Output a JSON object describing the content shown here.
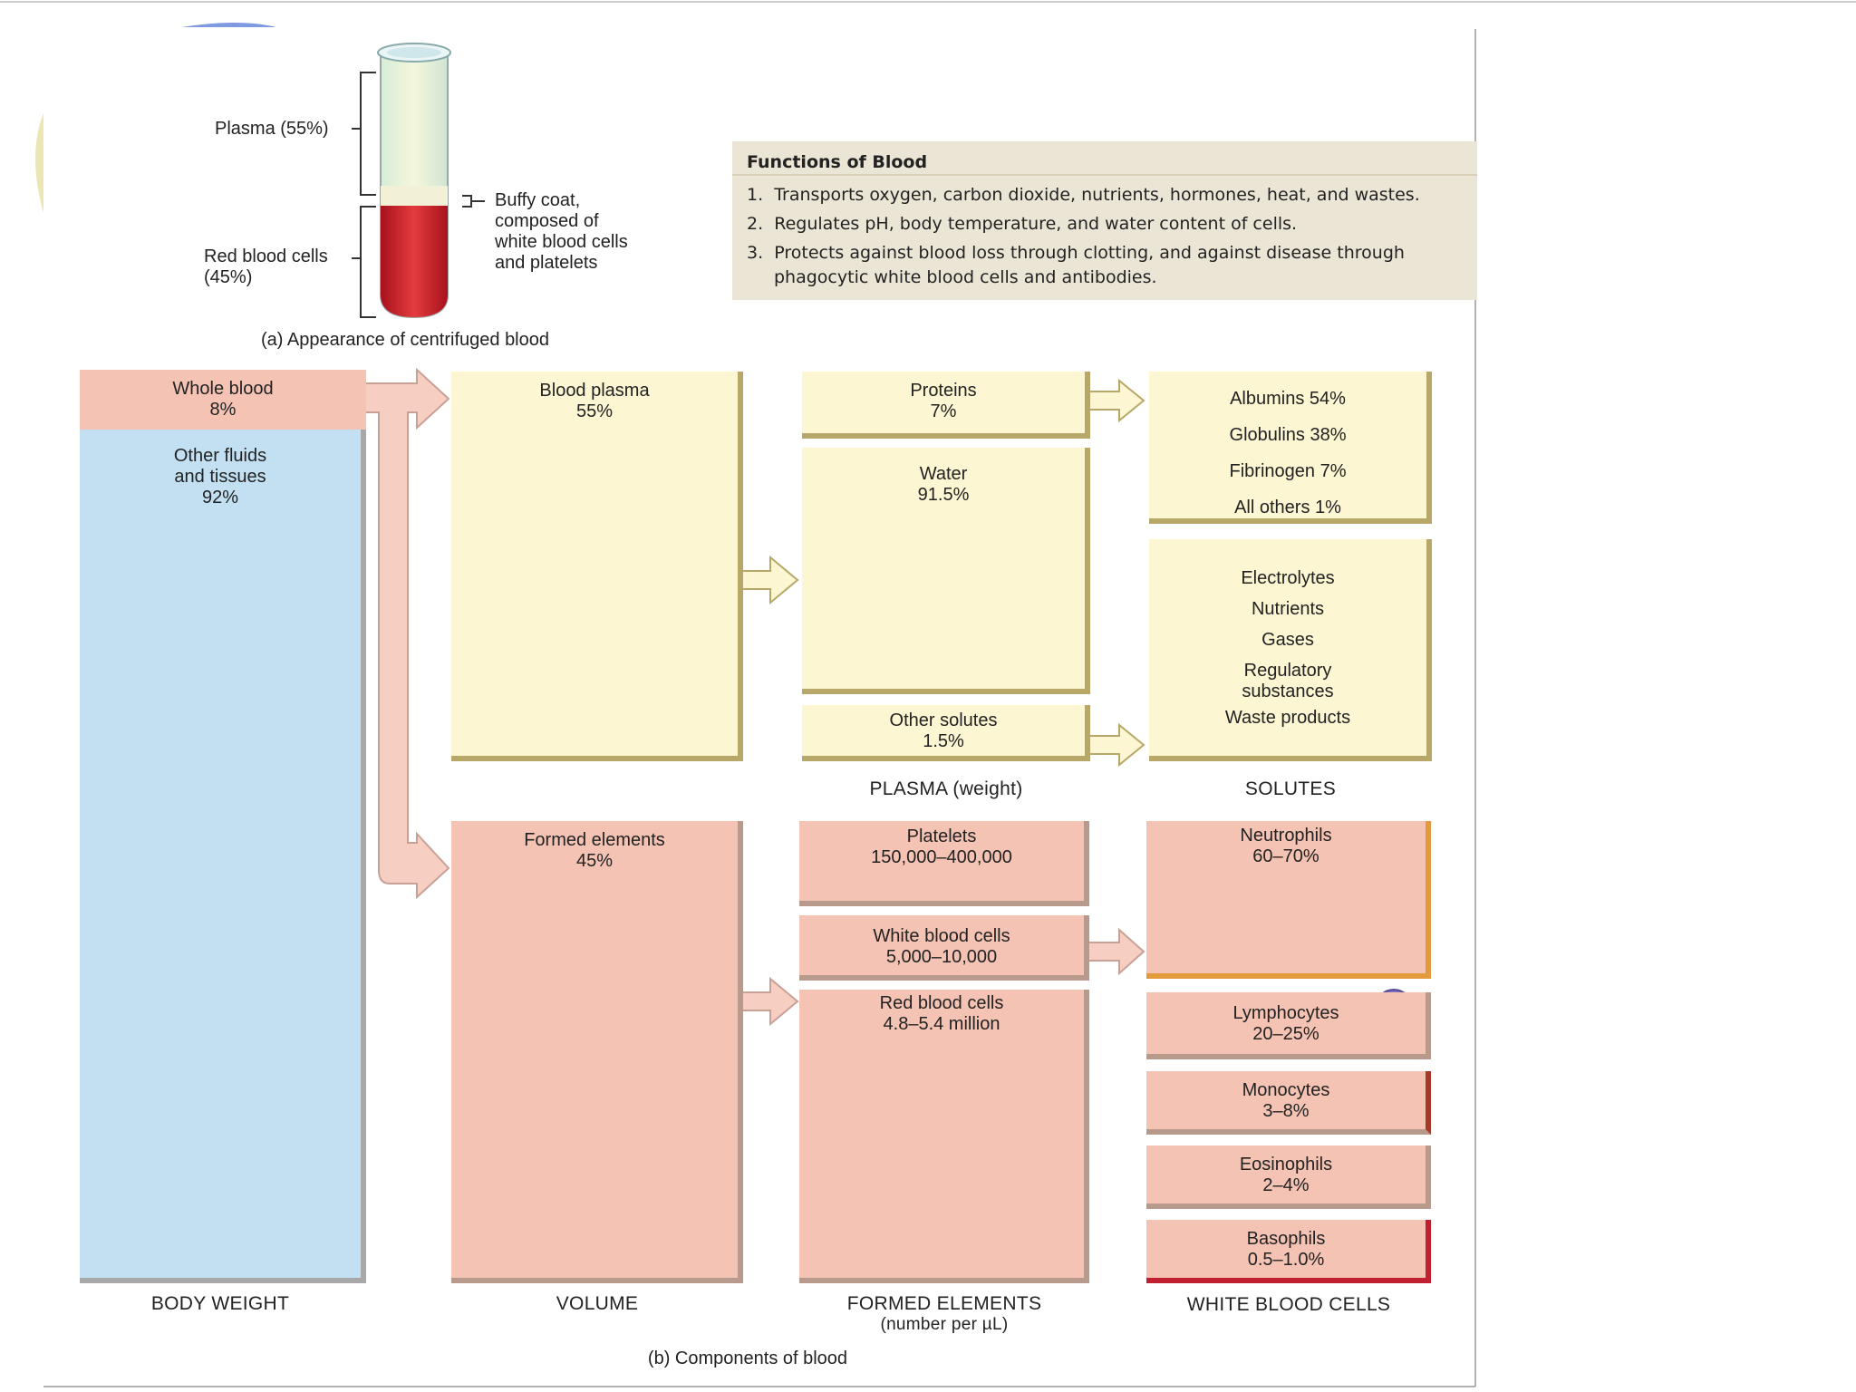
{
  "tube": {
    "plasma_label": "Plasma (55%)",
    "rbc_label_line1": "Red blood cells",
    "rbc_label_line2": "(45%)",
    "buffy_line1": "Buffy coat,",
    "buffy_line2": "composed of",
    "buffy_line3": "white blood cells",
    "buffy_line4": "and platelets",
    "caption": "(a) Appearance of centrifuged blood"
  },
  "functions": {
    "title": "Functions of Blood",
    "items": [
      {
        "num": "1.",
        "text": "Transports oxygen, carbon dioxide, nutrients, hormones, heat, and wastes."
      },
      {
        "num": "2.",
        "text": "Regulates pH, body temperature, and water content of cells."
      },
      {
        "num": "3.",
        "text": "Protects against blood loss through clotting, and against disease through"
      },
      {
        "num": "",
        "text": "phagocytic white blood cells and antibodies."
      }
    ]
  },
  "body_weight": {
    "whole_blood": "Whole blood",
    "whole_blood_pct": "8%",
    "other_line1": "Other fluids",
    "other_line2": "and tissues",
    "other_pct": "92%",
    "axis": "BODY WEIGHT"
  },
  "volume": {
    "plasma": "Blood plasma",
    "plasma_pct": "55%",
    "formed": "Formed elements",
    "formed_pct": "45%",
    "axis": "VOLUME"
  },
  "plasma_weight": {
    "proteins": "Proteins",
    "proteins_pct": "7%",
    "water": "Water",
    "water_pct": "91.5%",
    "other_solutes": "Other solutes",
    "other_solutes_pct": "1.5%",
    "axis": "PLASMA (weight)"
  },
  "solutes": {
    "proteins_list": [
      "Albumins 54%",
      "Globulins 38%",
      "Fibrinogen 7%",
      "All others 1%"
    ],
    "electrolytes": "Electrolytes",
    "nutrients": "Nutrients",
    "gases": "Gases",
    "regulatory1": "Regulatory",
    "regulatory2": "substances",
    "waste": "Waste products",
    "axis": "SOLUTES"
  },
  "formed_elements": {
    "platelets": "Platelets",
    "platelets_count": "150,000–400,000",
    "wbc": "White blood cells",
    "wbc_count": "5,000–10,000",
    "rbc": "Red blood cells",
    "rbc_count": "4.8–5.4 million",
    "axis1": "FORMED ELEMENTS",
    "axis2": "(number per µL)"
  },
  "wbc": {
    "neutrophils": "Neutrophils",
    "neutrophils_pct": "60–70%",
    "lymphocytes": "Lymphocytes",
    "lymphocytes_pct": "20–25%",
    "monocytes": "Monocytes",
    "monocytes_pct": "3–8%",
    "eosinophils": "Eosinophils",
    "eosinophils_pct": "2–4%",
    "basophils": "Basophils",
    "basophils_pct": "0.5–1.0%",
    "axis": "WHITE BLOOD CELLS"
  },
  "caption_b": "(b) Components of blood",
  "colors": {
    "plasma_cream": "#fdf6d3",
    "cell_pink": "#f4c3b4",
    "tissue_blue": "#c2e0f2",
    "whole_blood_pink": "#f4c3b4",
    "rbc_red": "#d83a3a"
  }
}
